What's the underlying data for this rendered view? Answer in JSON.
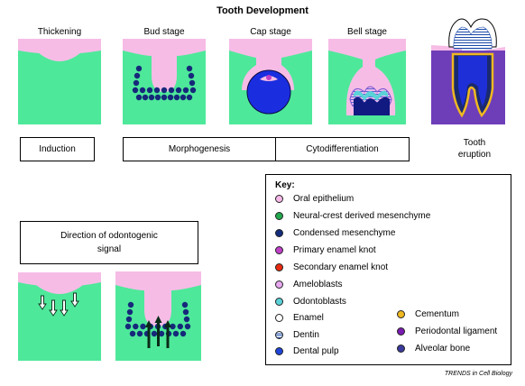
{
  "title": "Tooth Development",
  "stages": [
    {
      "label": "Thickening"
    },
    {
      "label": "Bud stage"
    },
    {
      "label": "Cap stage"
    },
    {
      "label": "Bell stage"
    }
  ],
  "processes": [
    {
      "label": "Induction"
    },
    {
      "label": "Morphogenesis"
    },
    {
      "label": "Cytodifferentiation"
    }
  ],
  "eruption": {
    "line1": "Tooth",
    "line2": "eruption"
  },
  "signal": {
    "line1": "Direction of odontogenic",
    "line2": "signal"
  },
  "key": {
    "title": "Key:",
    "items": [
      {
        "label": "Oral epithelium",
        "color": "#f6b8e8",
        "icon": "oral-epithelium"
      },
      {
        "label": "Neural-crest derived mesenchyme",
        "color": "#22a84e",
        "icon": "neural-crest-mesenchyme"
      },
      {
        "label": "Condensed mesenchyme",
        "color": "#142c7e",
        "icon": "condensed-mesenchyme"
      },
      {
        "label": "Primary enamel knot",
        "color": "#c040c8",
        "icon": "primary-enamel-knot"
      },
      {
        "label": "Secondary enamel knot",
        "color": "#e82a10",
        "icon": "secondary-enamel-knot"
      },
      {
        "label": "Ameloblasts",
        "color": "#e8a8f0",
        "icon": "ameloblasts"
      },
      {
        "label": "Odontoblasts",
        "color": "#5ad2d8",
        "icon": "odontoblasts"
      },
      {
        "label": "Enamel",
        "color": "#ffffff",
        "icon": "enamel"
      },
      {
        "label": "Dentin",
        "color": "#1a4aa8",
        "icon": "dentin"
      },
      {
        "label": "Dental pulp",
        "color": "#1e44d8",
        "icon": "dental-pulp"
      },
      {
        "label": "Cementum",
        "color": "#f0b820",
        "icon": "cementum"
      },
      {
        "label": "Periodontal ligament",
        "color": "#7a1cb0",
        "icon": "periodontal-ligament"
      },
      {
        "label": "Alveolar bone",
        "color": "#3a3a9c",
        "icon": "alveolar-bone"
      }
    ]
  },
  "credit": "TRENDS in Cell Biology",
  "colors": {
    "mesenchyme": "#4ee89a",
    "epithelium": "#f6bce6",
    "condensed": "#16287a",
    "pulp": "#1a2ee0",
    "bone": "#6e3eb8",
    "arrow": "#0a2a18"
  }
}
